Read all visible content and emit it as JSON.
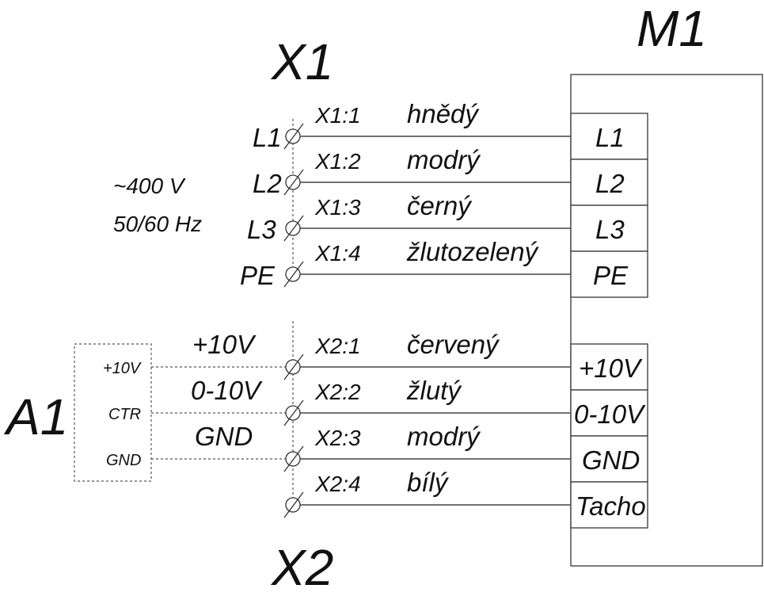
{
  "labels": {
    "x1": "X1",
    "x2": "X2",
    "m1": "M1",
    "a1": "A1",
    "supply_voltage": "~400 V",
    "supply_freq": "50/60 Hz"
  },
  "power_rows": [
    {
      "src": "L1",
      "term": "X1:1",
      "color": "hnědý",
      "dst": "L1"
    },
    {
      "src": "L2",
      "term": "X1:2",
      "color": "modrý",
      "dst": "L2"
    },
    {
      "src": "L3",
      "term": "X1:3",
      "color": "černý",
      "dst": "L3"
    },
    {
      "src": "PE",
      "term": "X1:4",
      "color": "žlutozelený",
      "dst": "PE"
    }
  ],
  "control_rows": [
    {
      "a1_pin": "+10V",
      "signal": "+10V",
      "term": "X2:1",
      "color": "červený",
      "dst": "+10V"
    },
    {
      "a1_pin": "CTR",
      "signal": "0-10V",
      "term": "X2:2",
      "color": "žlutý",
      "dst": "0-10V"
    },
    {
      "a1_pin": "GND",
      "signal": "GND",
      "term": "X2:3",
      "color": "modrý",
      "dst": "GND"
    },
    {
      "a1_pin": "",
      "signal": "",
      "term": "X2:4",
      "color": "bílý",
      "dst": "Tacho"
    }
  ]
}
